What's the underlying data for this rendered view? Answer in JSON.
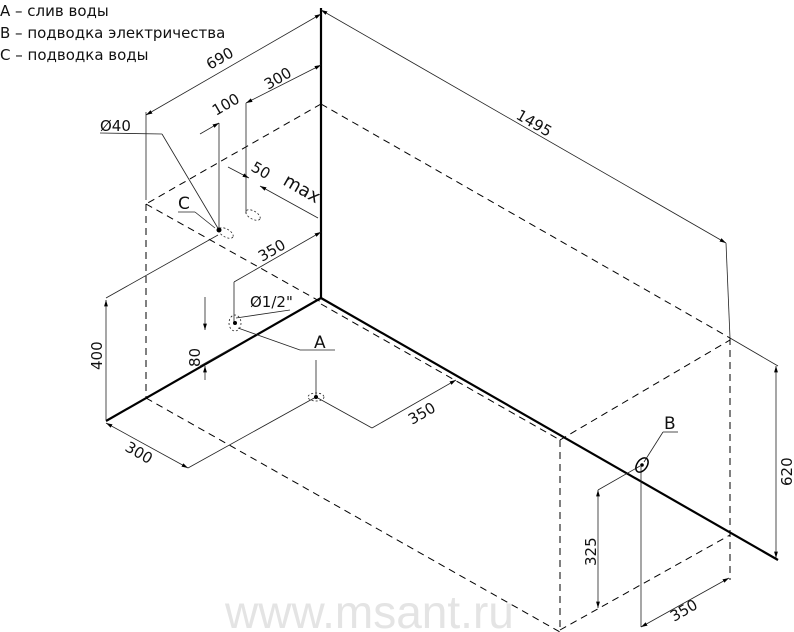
{
  "legend": [
    {
      "key": "A",
      "text": "A – слив воды"
    },
    {
      "key": "B",
      "text": "B – подводка электричества"
    },
    {
      "key": "C",
      "text": "C – подводка воды"
    }
  ],
  "dimensions": {
    "width_690": "690",
    "offset_300": "300",
    "offset_100": "100",
    "gap_50": "50",
    "max": "max",
    "depth_350": "350",
    "pipe_diam": "Ø1/2\"",
    "pipe_diam_40": "Ø40",
    "height_80": "80",
    "height_400": "400",
    "drain_350": "350",
    "drain_300": "300",
    "length_1495": "1495",
    "height_620": "620",
    "height_325": "325",
    "elec_350": "350"
  },
  "markers": {
    "a": "A",
    "b": "B",
    "c": "C"
  },
  "watermark": "www.msant.ru"
}
